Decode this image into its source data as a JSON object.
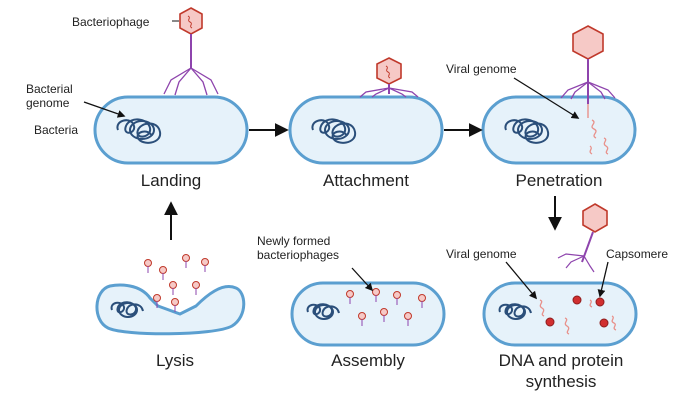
{
  "stages": {
    "landing": "Landing",
    "attachment": "Attachment",
    "penetration": "Penetration",
    "dna_protein_line1": "DNA and protein",
    "dna_protein_line2": "synthesis",
    "assembly": "Assembly",
    "lysis": "Lysis"
  },
  "annotations": {
    "bacteriophage": "Bacteriophage",
    "bacterial_genome_line1": "Bacterial",
    "bacterial_genome_line2": "genome",
    "bacteria": "Bacteria",
    "viral_genome_penetration": "Viral genome",
    "newly_formed_line1": "Newly formed",
    "newly_formed_line2": "bacteriophages",
    "viral_genome_synthesis": "Viral genome",
    "capsomere": "Capsomere"
  },
  "colors": {
    "cell_fill": "#e6f2fa",
    "cell_stroke": "#5b9fd0",
    "genome": "#2b4f7a",
    "phage_head": "#f6c9c6",
    "phage_head_stroke": "#c0392b",
    "phage_legs": "#8e44ad",
    "capsomere": "#d12f2f",
    "arrow": "#111111"
  }
}
